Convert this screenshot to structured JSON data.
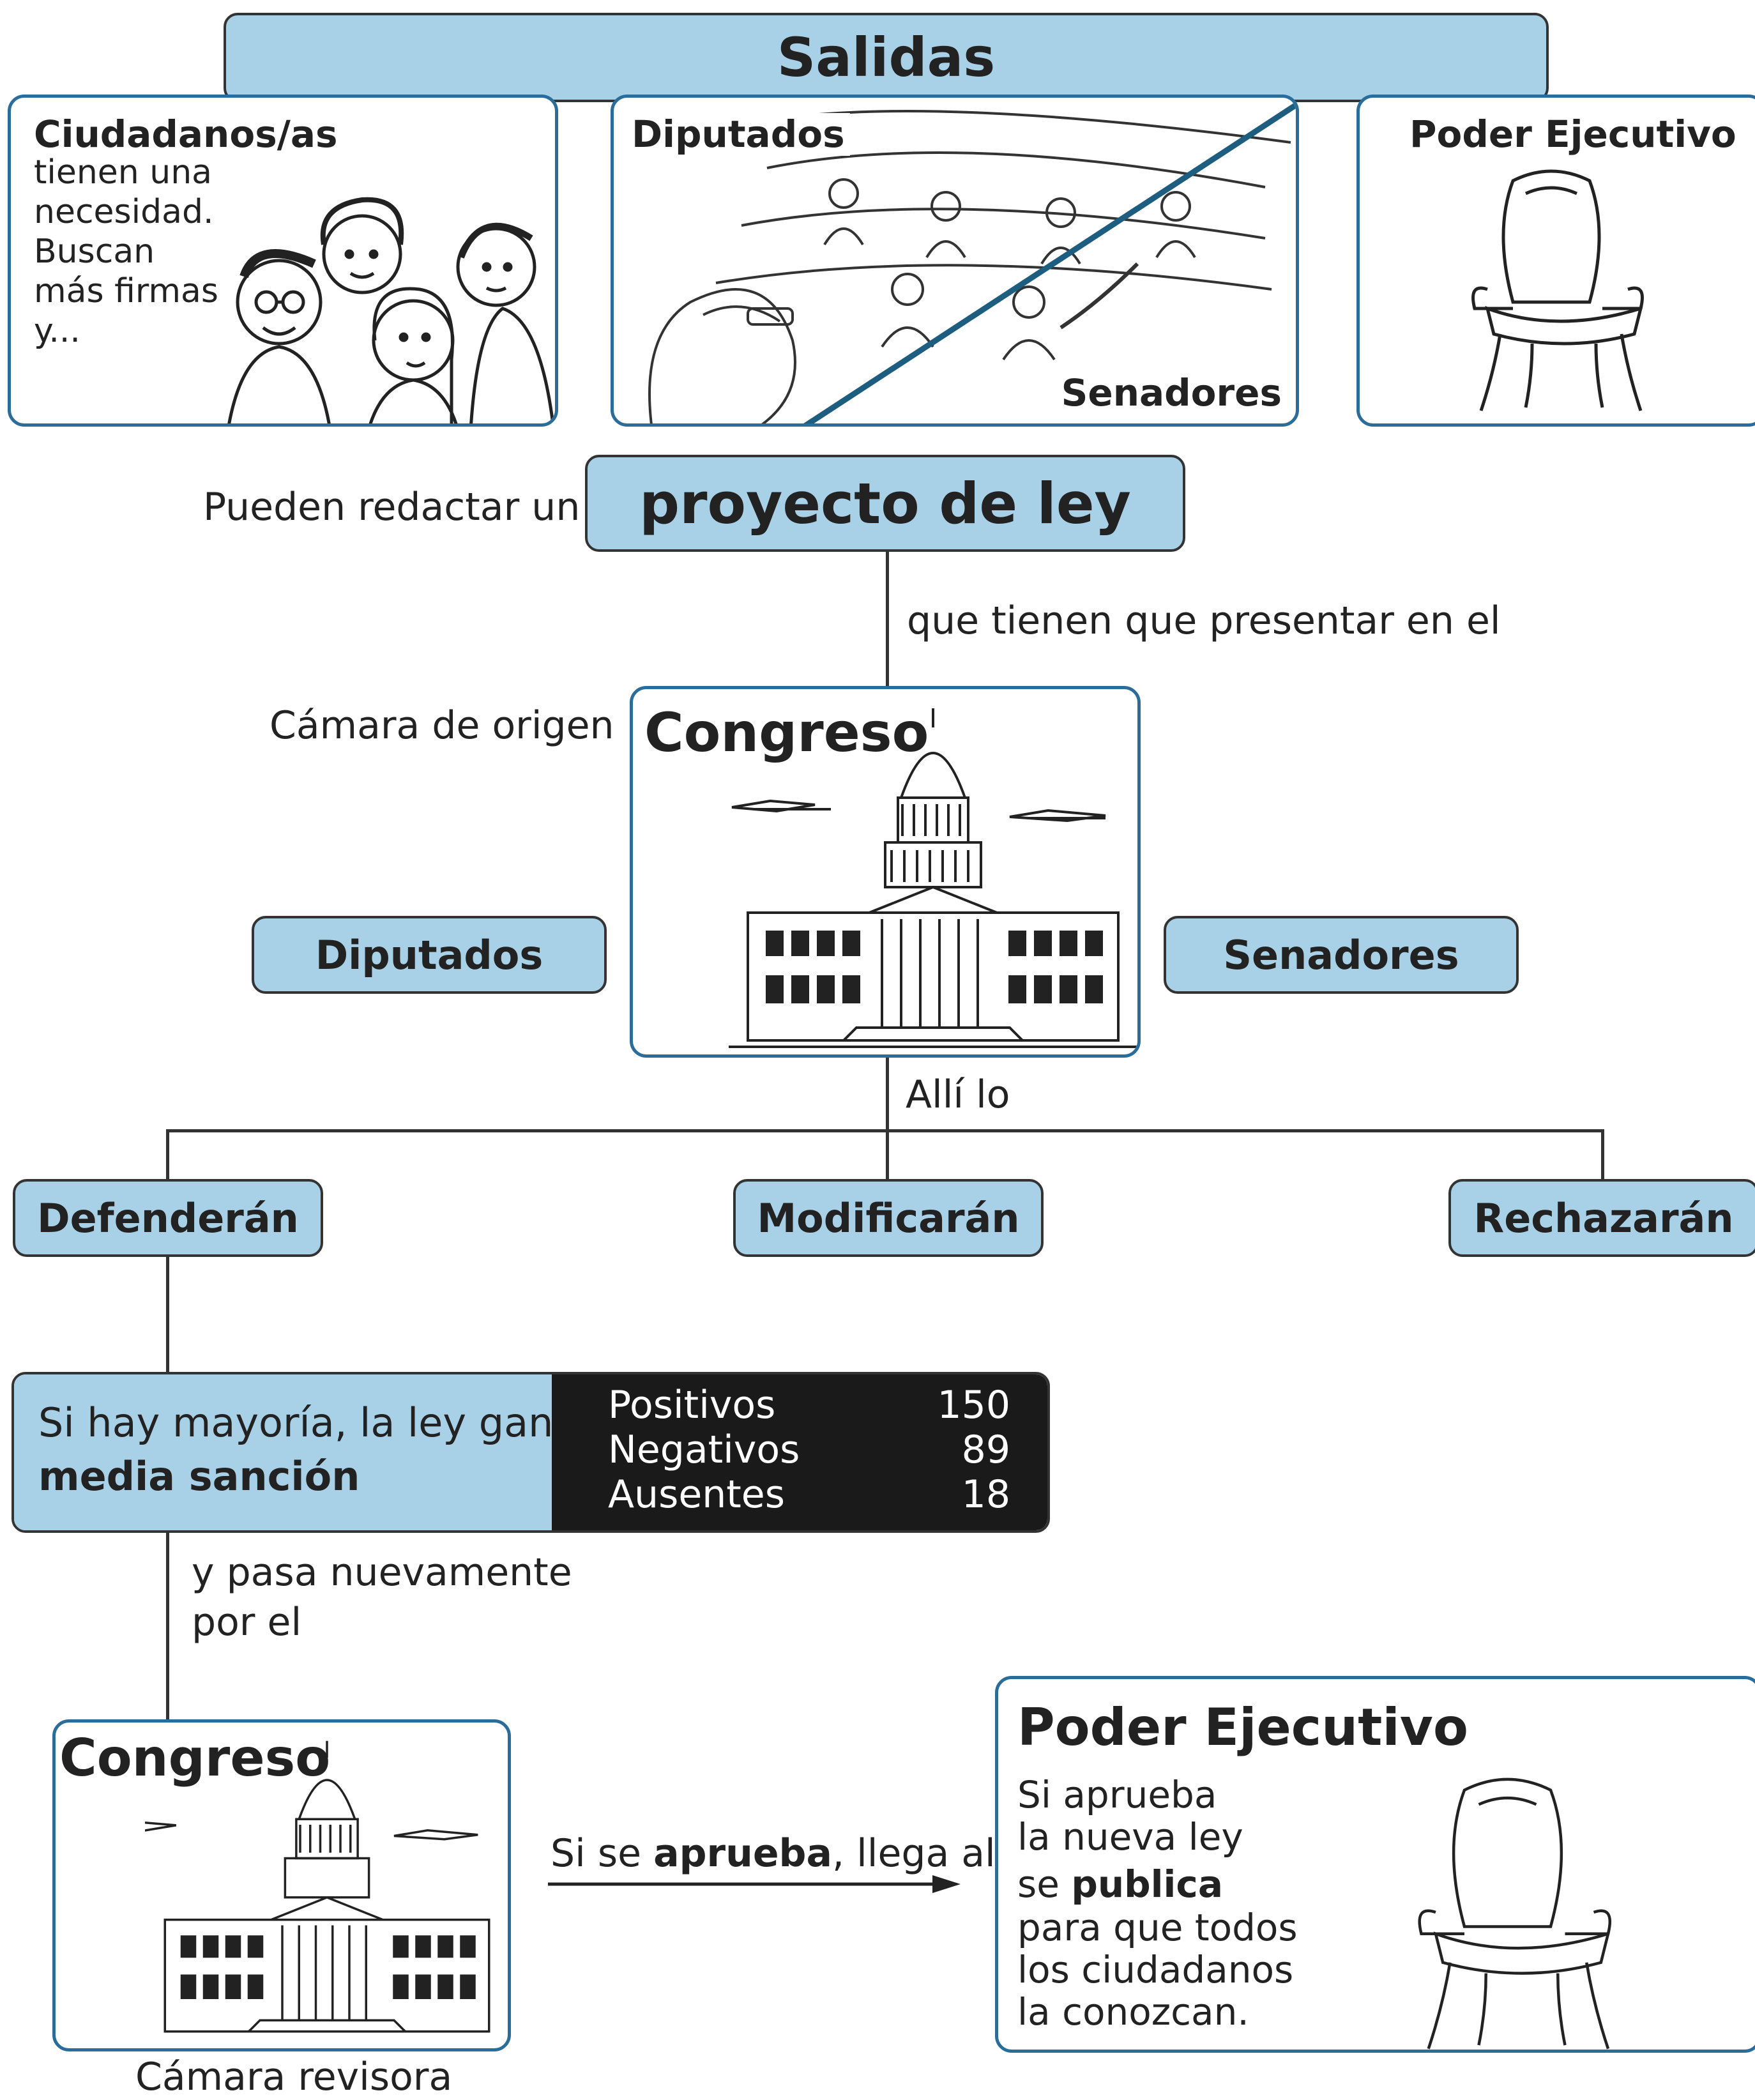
{
  "header": {
    "title": "Salidas"
  },
  "top_cards": {
    "citizens": {
      "title": "Ciudadanos/as",
      "lines": [
        "tienen una",
        "necesidad.",
        "Buscan",
        "más firmas",
        "y..."
      ]
    },
    "chambers": {
      "title": "Diputados",
      "corner_label": "Senadores"
    },
    "executive": {
      "title": "Poder Ejecutivo"
    }
  },
  "project": {
    "lead": "Pueden redactar un",
    "label": "proyecto de ley",
    "follow": "que tienen que presentar en el"
  },
  "congress_origin": {
    "caption": "Cámara de origen",
    "title": "Congreso",
    "left_chamber": "Diputados",
    "right_chamber": "Senadores",
    "below": "Allí lo"
  },
  "actions": [
    "Defenderán",
    "Modificarán",
    "Rechazarán"
  ],
  "vote": {
    "text_plain": "Si hay mayoría, la ley gana",
    "text_bold": "media sanción",
    "rows": [
      {
        "label": "Positivos",
        "value": "150"
      },
      {
        "label": "Negativos",
        "value": "89"
      },
      {
        "label": "Ausentes",
        "value": "18"
      }
    ]
  },
  "passes": [
    "y pasa nuevamente",
    "por el"
  ],
  "congress_review": {
    "title": "Congreso",
    "caption": "Cámara revisora"
  },
  "approval": {
    "pre": "Si se ",
    "bold": "aprueba",
    "post": ", llega al"
  },
  "executive_final": {
    "title": "Poder Ejecutivo",
    "line1": "Si aprueba",
    "line2": "la nueva ley",
    "line3_pre": "se ",
    "line3_bold": "publica",
    "line4": "para que todos",
    "line5": "los ciudadanos",
    "line6": "la conozcan."
  },
  "colors": {
    "box_fill": "#a8d0e6",
    "card_border": "#2a6d9a",
    "vote_panel": "#1a1a1a"
  }
}
